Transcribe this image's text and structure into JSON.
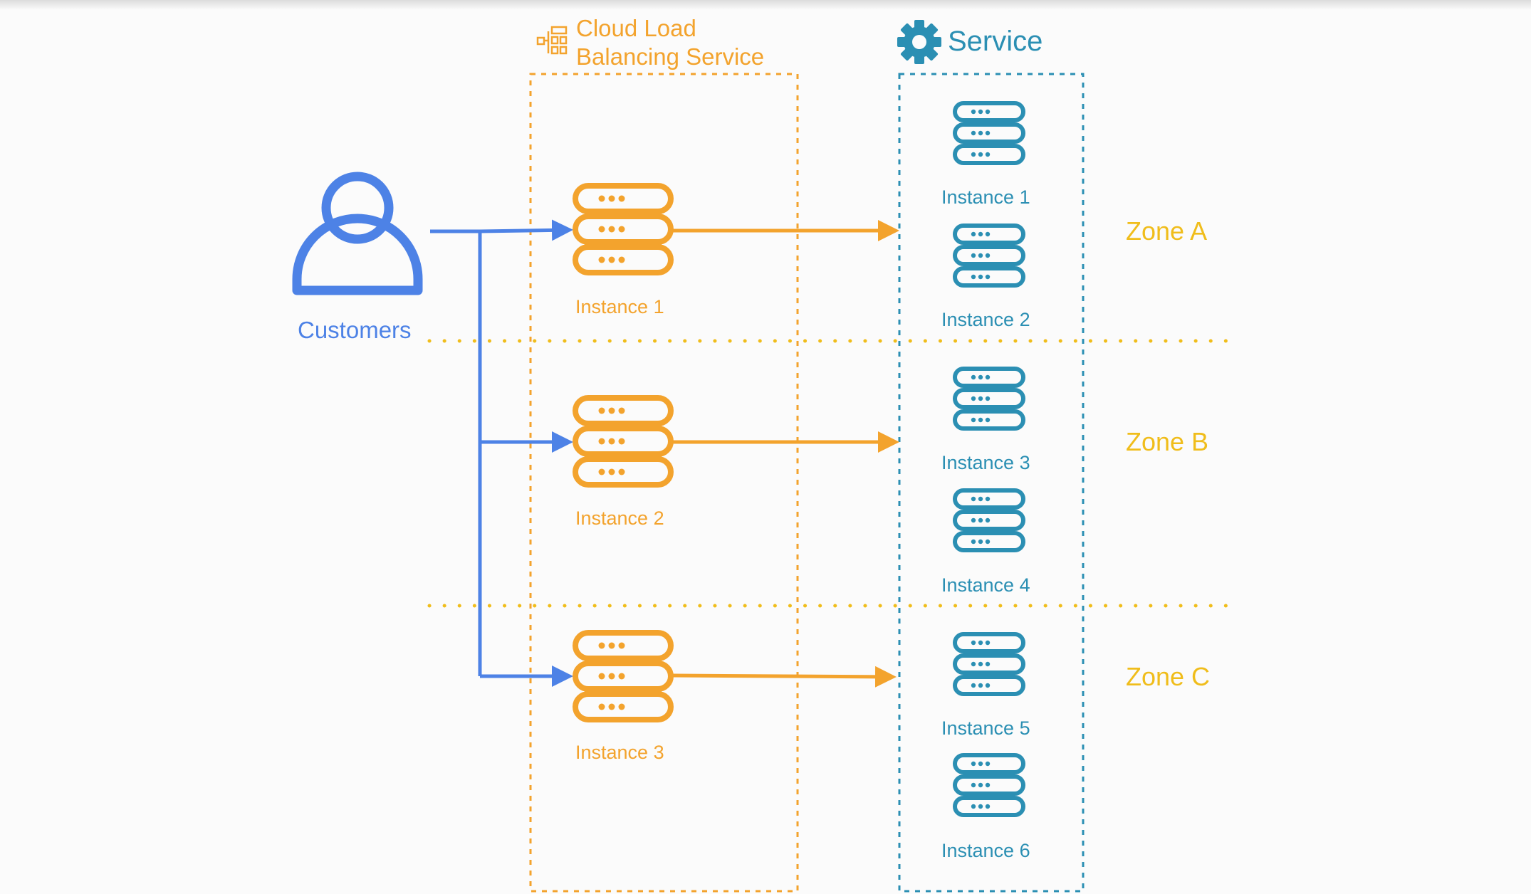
{
  "colors": {
    "customer": "#4d82e6",
    "load_balancer": "#f3a32d",
    "service": "#2b8fb3",
    "zone": "#f0bd1b",
    "background": "#fbfbfb"
  },
  "customers": {
    "label": "Customers",
    "icon": "person-icon"
  },
  "load_balancer": {
    "title_line1": "Cloud Load",
    "title_line2": "Balancing Service",
    "icon": "load-balancer-icon",
    "instances": [
      "Instance 1",
      "Instance 2",
      "Instance 3"
    ]
  },
  "service": {
    "title": "Service",
    "icon": "gear-icon",
    "instances": [
      "Instance 1",
      "Instance 2",
      "Instance 3",
      "Instance 4",
      "Instance 5",
      "Instance 6"
    ]
  },
  "zones": [
    "Zone A",
    "Zone B",
    "Zone C"
  ]
}
